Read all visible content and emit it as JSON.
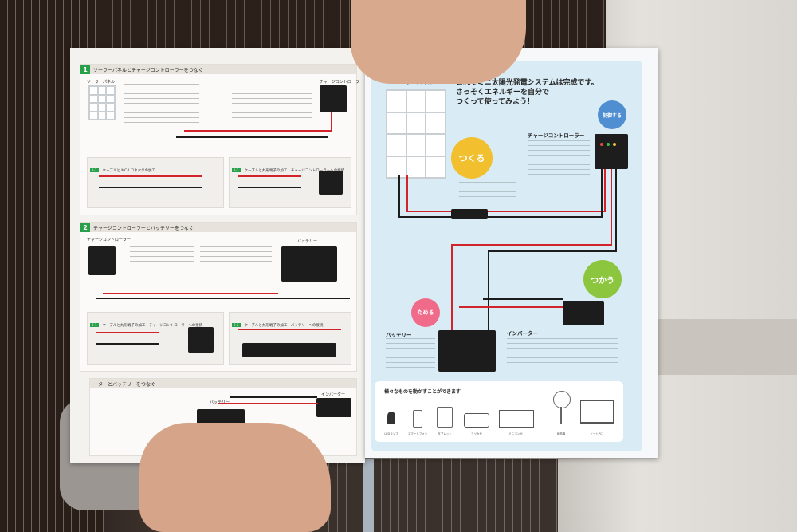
{
  "left_page": {
    "section1": {
      "number": "1",
      "title": "ソーラーパネルとチャージコントローラーをつなぐ",
      "panel_label": "ソーラーパネル",
      "controller_label": "チャージコントローラー",
      "sub_a": {
        "num": "1-1",
        "title": "ケーブルと MC4 コネクタの加工"
      },
      "sub_b": {
        "num": "1-2",
        "title": "ケーブルと丸形端子の加工・チャージコントローラーへの接続"
      }
    },
    "section2": {
      "number": "2",
      "title": "チャージコントローラーとバッテリーをつなぐ",
      "controller_label": "チャージコントローラー",
      "battery_label": "バッテリー",
      "sub_a": {
        "num": "2-1",
        "title": "ケーブルと丸形端子の加工・チャージコントローラーへの接続"
      },
      "sub_b": {
        "num": "2-2",
        "title": "ケーブルと丸形端子の加工・バッテリーへの接続"
      }
    },
    "section3": {
      "title": "ーターとバッテリーをつなぐ",
      "inverter_label": "インバーター",
      "battery_label": "バッテリー"
    }
  },
  "right_page": {
    "panel_label": "ーラーパネル",
    "intro_line1": "これでミニ太陽光発電システムは完成です。",
    "intro_line2": "さっそくエネルギーを自分で",
    "intro_line3": "つくって使ってみよう！",
    "make_badge": "つくる",
    "control_badge": "制御する",
    "use_badge": "つかう",
    "store_badge": "ためる",
    "controller_label": "チャージコントローラー",
    "battery_label": "バッテリー",
    "inverter_label": "インバーター",
    "devices_title": "様々なものを動かすことができます",
    "devices": [
      "LEDランプ",
      "スマートフォン",
      "タブレット",
      "ラジカセ",
      "ミニコンポ",
      "扇風機",
      "ノートPC"
    ]
  },
  "colors": {
    "green": "#28a04a",
    "make": "#f2c02e",
    "control": "#4f8ed0",
    "use": "#8cc63e",
    "store": "#f06a8a",
    "wire_red": "#d2232a"
  }
}
